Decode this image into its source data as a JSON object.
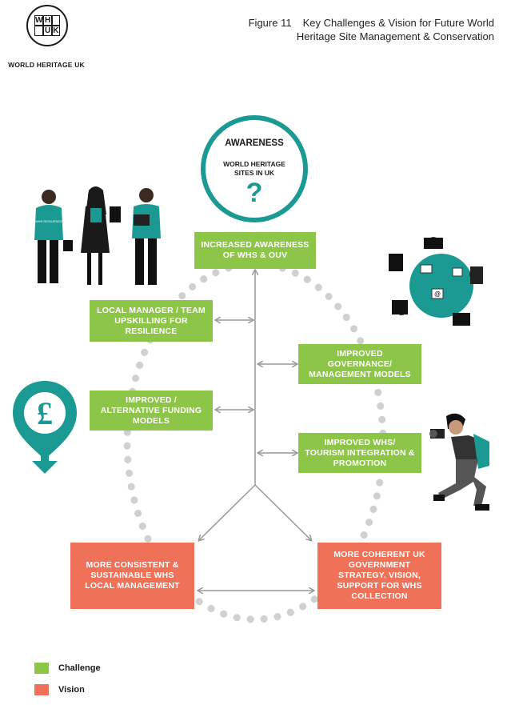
{
  "logo": {
    "letters": [
      "W",
      "H",
      "",
      "",
      "U",
      "K"
    ],
    "name": "WORLD HERITAGE UK"
  },
  "figure": {
    "number": "Figure 11",
    "title_line1": "Key Challenges & Vision for Future World",
    "title_line2": "Heritage Site Management & Conservation"
  },
  "awareness": {
    "title": "AWARENESS",
    "subtitle": "WORLD HERITAGE SITES IN UK",
    "symbol": "?"
  },
  "challenges": {
    "increased_awareness": "INCREASED AWARENESS OF WHS & OUV",
    "local_manager": "LOCAL MANAGER / TEAM UPSKILLING FOR RESILIENCE",
    "governance": "IMPROVED GOVERNANCE/ MANAGEMENT MODELS",
    "funding": "IMPROVED / ALTERNATIVE FUNDING MODELS",
    "tourism": "IMPROVED WHS/ TOURISM INTEGRATION & PROMOTION"
  },
  "visions": {
    "local_management": "MORE CONSISTENT & SUSTAINABLE WHS LOCAL MANAGEMENT",
    "government_strategy": "MORE COHERENT UK GOVERNMENT STRATEGY, VISION, SUPPORT FOR WHS COLLECTION"
  },
  "illustrations": {
    "team_badge": "WHS RESILIENCE",
    "currency_symbol": "£",
    "at_symbol": "@"
  },
  "legend": {
    "challenge_label": "Challenge",
    "vision_label": "Vision",
    "challenge_color": "#8dc549",
    "vision_color": "#ef7157"
  },
  "colors": {
    "teal": "#1b9a93",
    "green": "#8dc549",
    "orange": "#ef7157",
    "dots": "#cfcfcf",
    "arrows": "#999999"
  }
}
